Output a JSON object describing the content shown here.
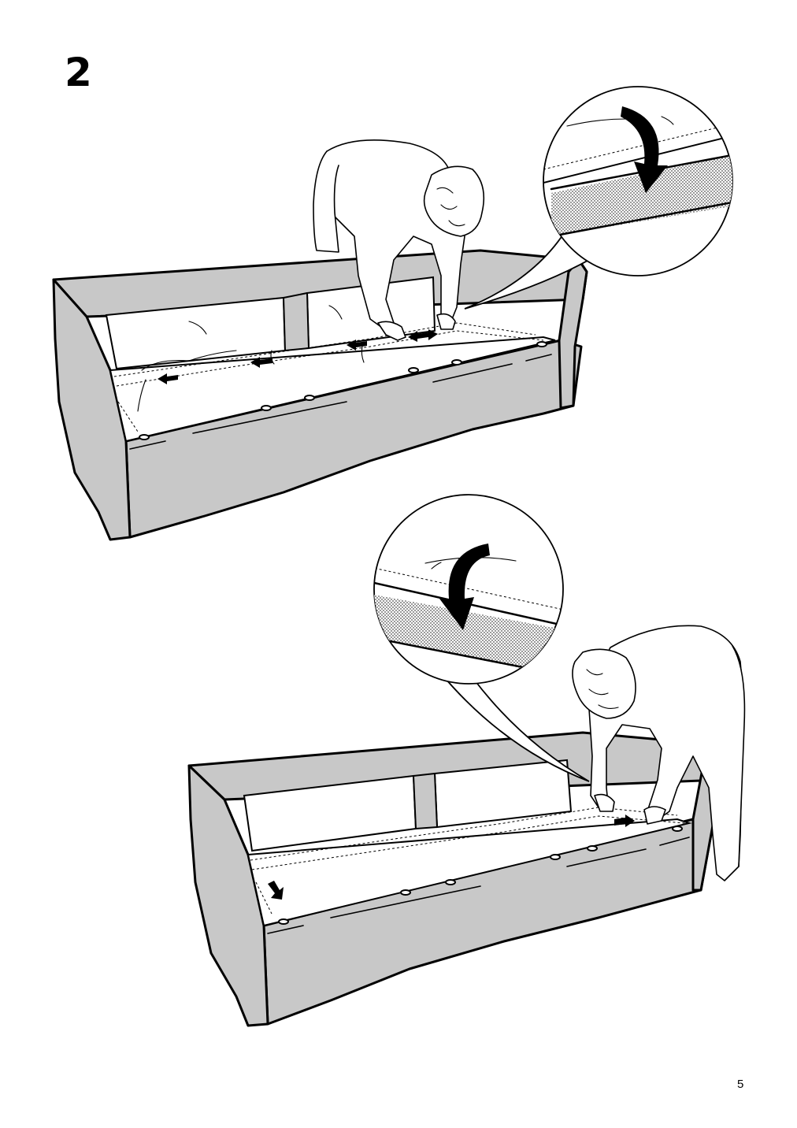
{
  "step": {
    "number": "2"
  },
  "footer": {
    "page_number": "5"
  },
  "illustrations": [
    {
      "name": "top-step",
      "detail_arrow_direction": "clockwise"
    },
    {
      "name": "bottom-step",
      "detail_arrow_direction": "counter-clockwise"
    }
  ]
}
